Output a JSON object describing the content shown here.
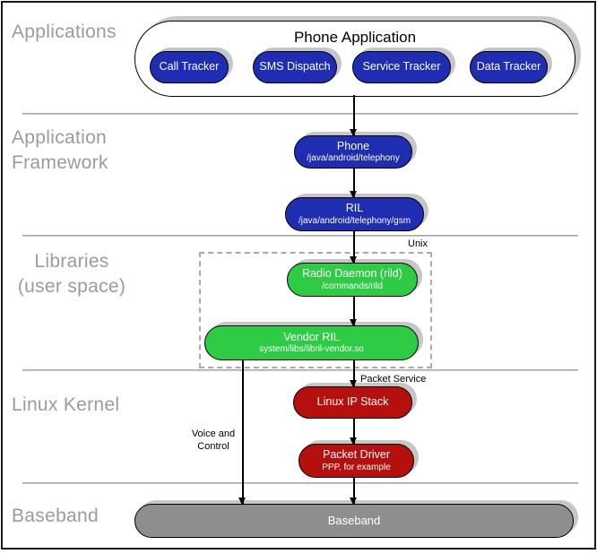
{
  "diagram": {
    "sections": {
      "applications": "Applications",
      "framework_line1": "Application",
      "framework_line2": "Framework",
      "libraries_line1": "Libraries",
      "libraries_line2": "(user space)",
      "kernel": "Linux Kernel",
      "baseband": "Baseband"
    },
    "apps_group": {
      "title": "Phone Application",
      "items": [
        "Call Tracker",
        "SMS Dispatch",
        "Service Tracker",
        "Data Tracker"
      ]
    },
    "nodes": {
      "phone": {
        "title": "Phone",
        "subtitle": "/java/android/telephony"
      },
      "ril": {
        "title": "RIL",
        "subtitle": "/java/android/telephony/gsm"
      },
      "radio_daemon": {
        "title": "Radio Daemon (rild)",
        "subtitle": "/commands/rild"
      },
      "vendor_ril": {
        "title": "Vendor RIL",
        "subtitle": "system/libs/libril-vendor.so"
      },
      "ip_stack": {
        "title": "Linux IP Stack"
      },
      "packet_driver": {
        "title": "Packet Driver",
        "subtitle": "PPP, for example"
      },
      "baseband": {
        "title": "Baseband"
      }
    },
    "annotations": {
      "unix": "Unix",
      "packet_service": "Packet Service",
      "voice_line1": "Voice and",
      "voice_line2": "Control"
    },
    "colors": {
      "node_blue": "#1e2db2",
      "node_green": "#2ecc45",
      "node_red": "#b5100e",
      "node_gray": "#8e8e8e",
      "section_label_gray": "#9b9b9b",
      "shadow_gray": "#c6c6c6"
    }
  }
}
